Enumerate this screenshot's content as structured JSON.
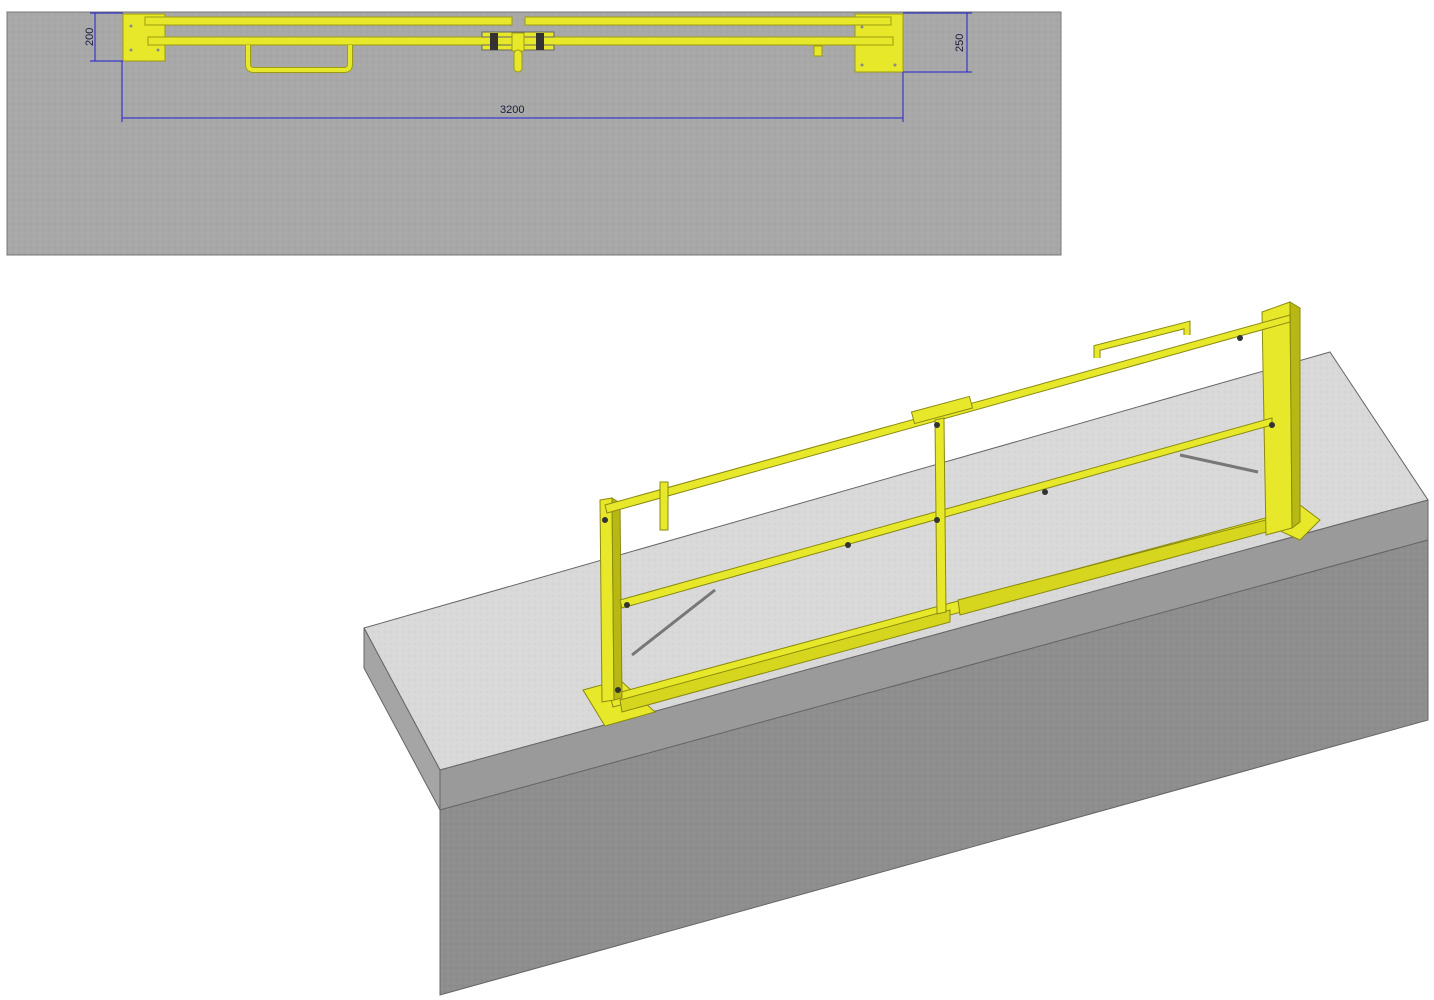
{
  "top_view": {
    "dimensions": {
      "left_depth": "200",
      "right_depth": "250",
      "overall_width": "3200"
    }
  },
  "colors": {
    "railing": "#e8e82a",
    "railing_dark": "#9c9c10",
    "concrete_top": "#d9d9d9",
    "concrete_front": "#8e8e8e",
    "plan_background": "#a8a8a8",
    "dimension_line": "#2020d0"
  }
}
